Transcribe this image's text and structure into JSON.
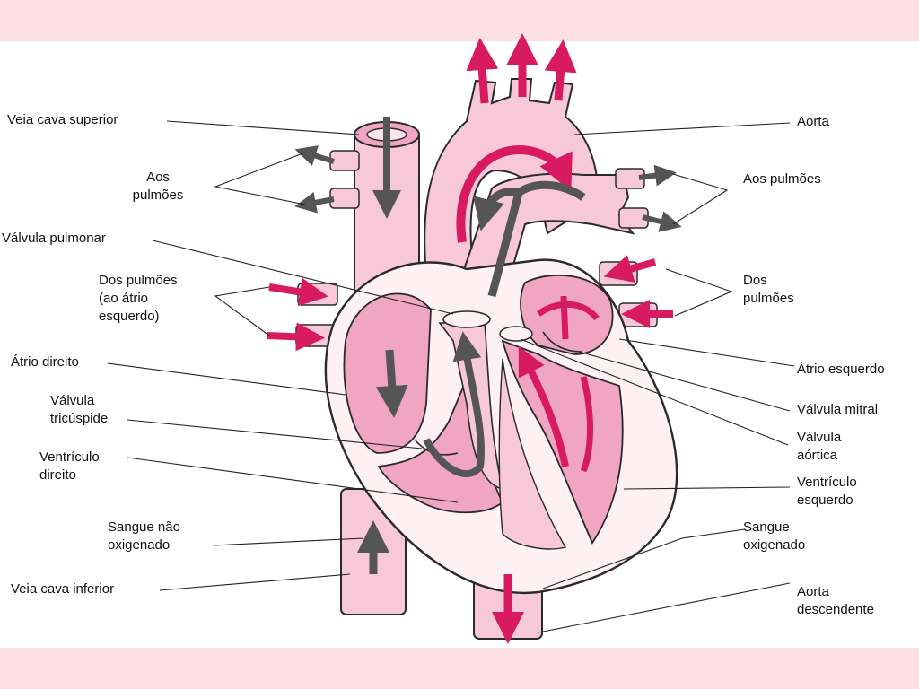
{
  "colors": {
    "page_background": "#fbdfe1",
    "canvas": "#ffffff",
    "tissue_light": "#f7c9d8",
    "tissue_mid": "#f0a6c2",
    "outline": "#2a2a2a",
    "arrow_red": "#d81b60",
    "arrow_gray": "#555555"
  },
  "labels": {
    "veia_cava_superior": "Veia cava superior",
    "aos_pulmoes_left": [
      "Aos",
      "pulmões"
    ],
    "valvula_pulmonar": "Válvula pulmonar",
    "dos_pulmoes_left": [
      "Dos pulmões",
      "(ao átrio",
      "esquerdo)"
    ],
    "atrio_direito": "Átrio direito",
    "valvula_tricuspide": [
      "Válvula",
      "tricúspide"
    ],
    "ventriculo_direito": [
      "Ventrículo",
      "direito"
    ],
    "sangue_nao_oxigenado": [
      "Sangue não",
      "oxigenado"
    ],
    "veia_cava_inferior": "Veia cava inferior",
    "aorta": "Aorta",
    "aos_pulmoes_right": "Aos pulmões",
    "dos_pulmoes_right": [
      "Dos",
      "pulmões"
    ],
    "atrio_esquerdo": "Átrio esquerdo",
    "valvula_mitral": "Válvula mitral",
    "valvula_aortica": [
      "Válvula",
      "aórtica"
    ],
    "ventriculo_esquerdo": [
      "Ventrículo",
      "esquerdo"
    ],
    "sangue_oxigenado": [
      "Sangue",
      "oxigenado"
    ],
    "aorta_descendente": [
      "Aorta",
      "descendente"
    ]
  }
}
